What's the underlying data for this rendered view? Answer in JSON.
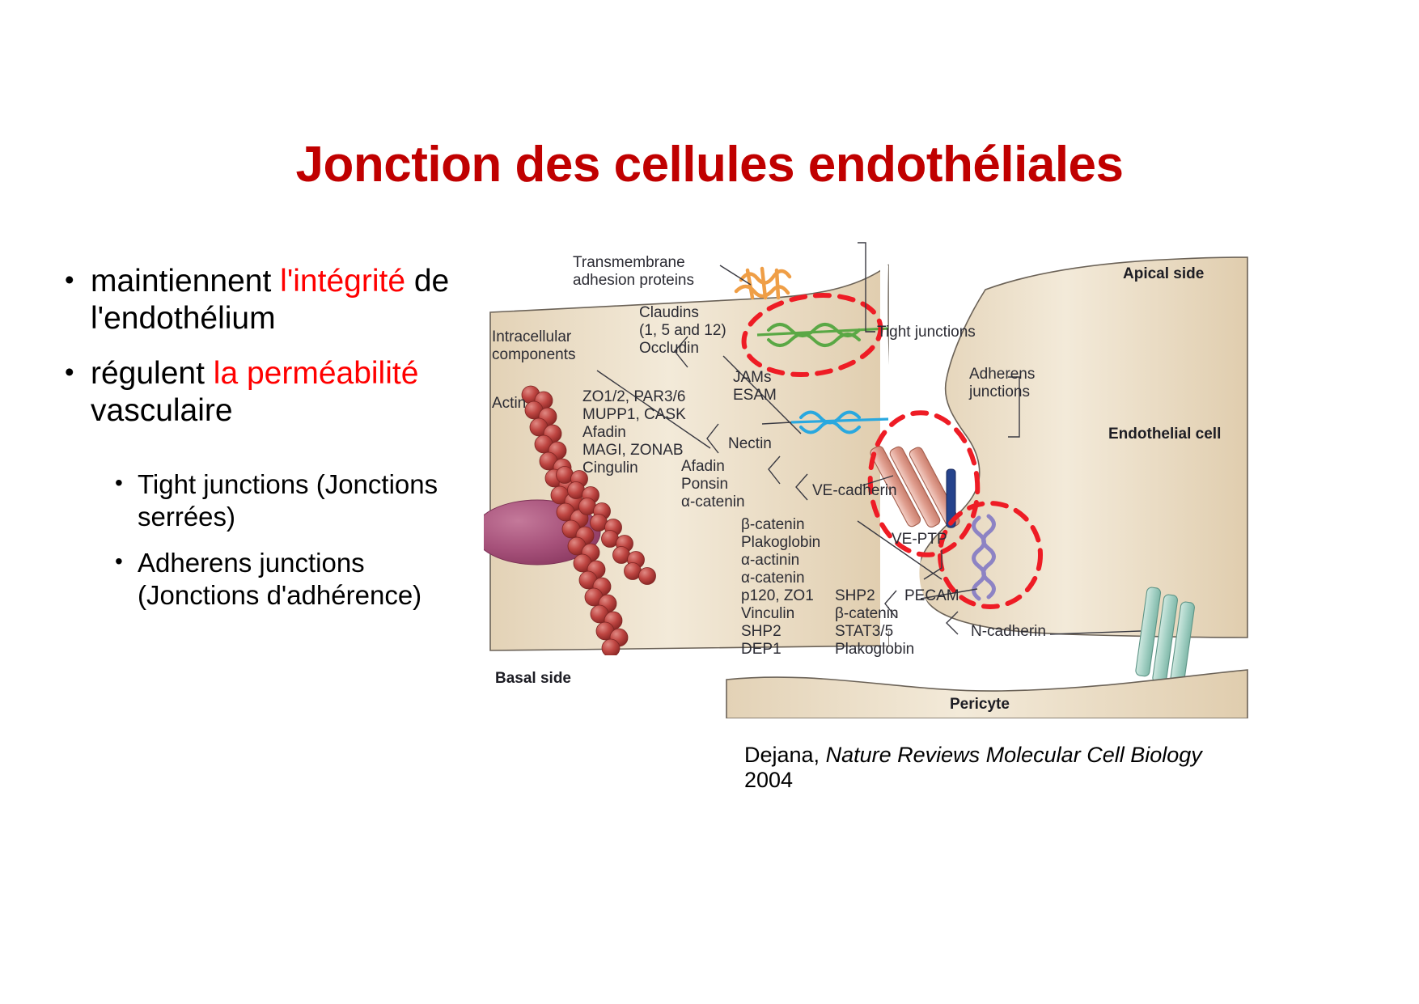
{
  "slide": {
    "title": "Jonction des cellules endothéliales",
    "title_color": "#C00000",
    "highlight_color": "#FF0000"
  },
  "bullets": [
    {
      "level": 1,
      "marker": "•",
      "parts": [
        {
          "text": "maintiennent ",
          "highlight": false
        },
        {
          "text": "l'intégrité",
          "highlight": true
        },
        {
          "text": " de l'endothélium",
          "highlight": false
        }
      ],
      "plain": "maintiennent l'intégrité de l'endothélium"
    },
    {
      "level": 1,
      "marker": "•",
      "parts": [
        {
          "text": "régulent ",
          "highlight": false
        },
        {
          "text": "la perméabilité",
          "highlight": true
        },
        {
          "text": " vasculaire",
          "highlight": false
        }
      ],
      "plain": "régulent la perméabilité vasculaire"
    }
  ],
  "sub_bullets": [
    {
      "marker": "•",
      "text": "Tight junctions (Jonctions serrées)"
    },
    {
      "marker": "•",
      "text": "Adherens junctions (Jonctions d'adhérence)"
    }
  ],
  "figure": {
    "labels": {
      "transmembrane": "Transmembrane\nadhesion proteins",
      "transmembrane_l1": "Transmembrane",
      "transmembrane_l2": "adhesion proteins",
      "intracellular_l1": "Intracellular",
      "intracellular_l2": "components",
      "actin": "Actin",
      "claudins_l1": "Claudins",
      "claudins_l2": "(1, 5 and 12)",
      "claudins_l3": "Occludin",
      "jams_l1": "JAMs",
      "jams_l2": "ESAM",
      "nectin": "Nectin",
      "ve_cadherin": "VE-cadherin",
      "ve_ptp": "VE-PTP",
      "pecam": "PECAM",
      "n_cadherin": "N-cadherin",
      "tight_junctions": "Tight junctions",
      "adherens_l1": "Adherens",
      "adherens_l2": "junctions",
      "apical_side": "Apical side",
      "endothelial_cell": "Endothelial cell",
      "basal_side": "Basal side",
      "pericyte": "Pericyte"
    },
    "protein_lists": {
      "tight_junction_intracellular": [
        "ZO1/2, PAR3/6",
        "MUPP1, CASK",
        "Afadin",
        "MAGI, ZONAB",
        "Cingulin"
      ],
      "nectin_associated": [
        "Afadin",
        "Ponsin",
        "α-catenin"
      ],
      "ve_cadherin_associated": [
        "β-catenin",
        "Plakoglobin",
        "α-actinin",
        "α-catenin",
        "p120, ZO1",
        "Vinculin",
        "SHP2",
        "DEP1"
      ],
      "pecam_associated": [
        "SHP2",
        "β-catenin",
        "STAT3/5",
        "Plakoglobin"
      ]
    },
    "colors": {
      "cell_fill": "#e6d7bd",
      "cell_fill_light": "#f2e9d8",
      "highlight_ring": "#ee1c25",
      "claudin_green": "#5aa845",
      "transmembrane_orange": "#f0a24a",
      "nectin_blue": "#29a8df",
      "ve_cadherin_pink": "#e4a79a",
      "pecam_purple": "#8d83c4",
      "n_cadherin_teal": "#9ecfc4",
      "actin_red": "#b73a3a",
      "nucleus_mauve": "#a35070"
    }
  },
  "citation": {
    "author": "Dejana, ",
    "journal": "Nature Reviews Molecular Cell Biology",
    "year": " 2004"
  }
}
